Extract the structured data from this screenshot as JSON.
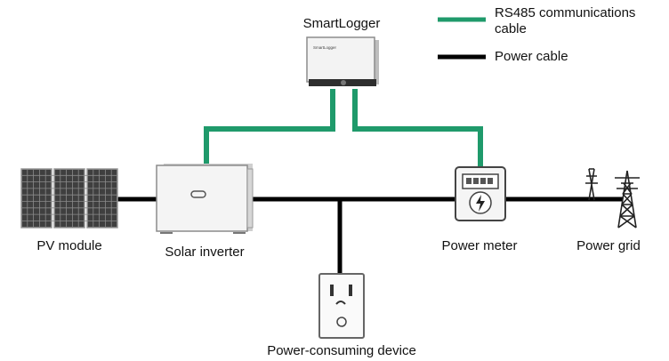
{
  "legend": {
    "rs485_label": "RS485 communications cable",
    "power_label": "Power cable"
  },
  "colors": {
    "rs485": "#1f9a6b",
    "power": "#000000"
  },
  "nodes": {
    "smartlogger": {
      "label": "SmartLogger",
      "brand_text": "SmartLogger"
    },
    "pv_module": {
      "label": "PV module"
    },
    "solar_inverter": {
      "label": "Solar inverter"
    },
    "power_meter": {
      "label": "Power meter"
    },
    "power_grid": {
      "label": "Power grid"
    },
    "power_consuming_device": {
      "label": "Power-consuming device"
    }
  },
  "icons": [
    "solar-panel-icon",
    "inverter-icon",
    "data-logger-icon",
    "energy-meter-icon",
    "transmission-tower-icon",
    "power-outlet-icon"
  ]
}
